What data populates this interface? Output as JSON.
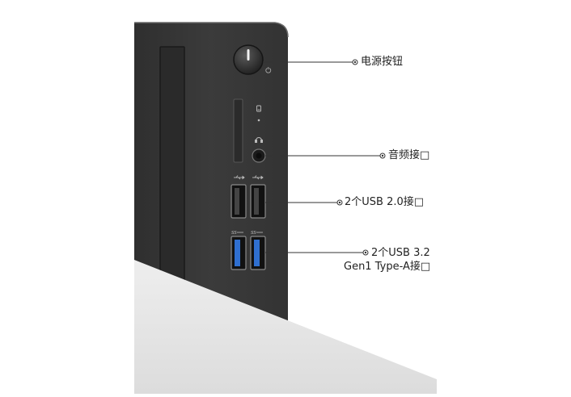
{
  "labels": {
    "power_button": "电源按钮",
    "audio_port": "音频接□",
    "usb2": "2个USB 2.0接□",
    "usb3_line1": "2个USB 3.2",
    "usb3_line2": "Gen1 Type-A接□"
  },
  "colors": {
    "chassis": "#3a3a3a",
    "chassis_edge": "#5a5a5a",
    "usb3_blue": "#2f6fd0",
    "floor": "#e6e6e6"
  },
  "icons": [
    "power-symbol-icon",
    "drive-activity-icon",
    "headset-icon",
    "usb-icon",
    "usb-ss-icon"
  ]
}
